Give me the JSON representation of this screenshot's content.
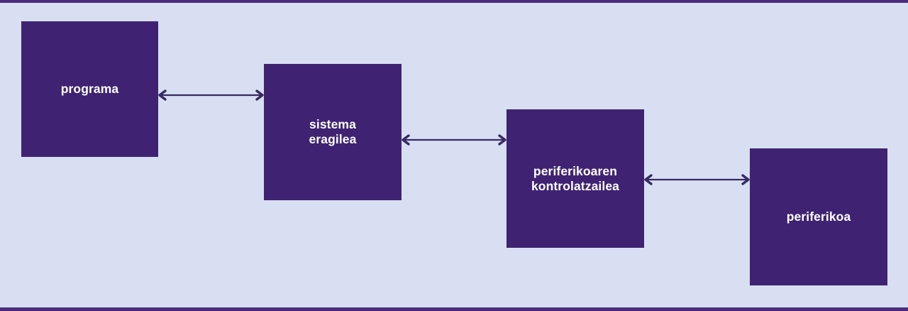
{
  "diagram": {
    "boxes": [
      {
        "id": "programa",
        "label": "programa"
      },
      {
        "id": "sistema-eragilea",
        "label": "sistema\neragilea"
      },
      {
        "id": "periferikoaren-kontrolatzailea",
        "label": "periferikoaren\nkontrolatzailea"
      },
      {
        "id": "periferikoa",
        "label": "periferikoa"
      }
    ],
    "arrows": [
      {
        "from": "programa",
        "to": "sistema-eragilea",
        "bidirectional": true
      },
      {
        "from": "sistema-eragilea",
        "to": "periferikoaren-kontrolatzailea",
        "bidirectional": true
      },
      {
        "from": "periferikoaren-kontrolatzailea",
        "to": "periferikoa",
        "bidirectional": true
      }
    ],
    "colors": {
      "background": "#d8dff2",
      "band": "#4a2c7c",
      "box": "#3f2372",
      "arrow": "#362a63",
      "text": "#ffffff"
    }
  }
}
